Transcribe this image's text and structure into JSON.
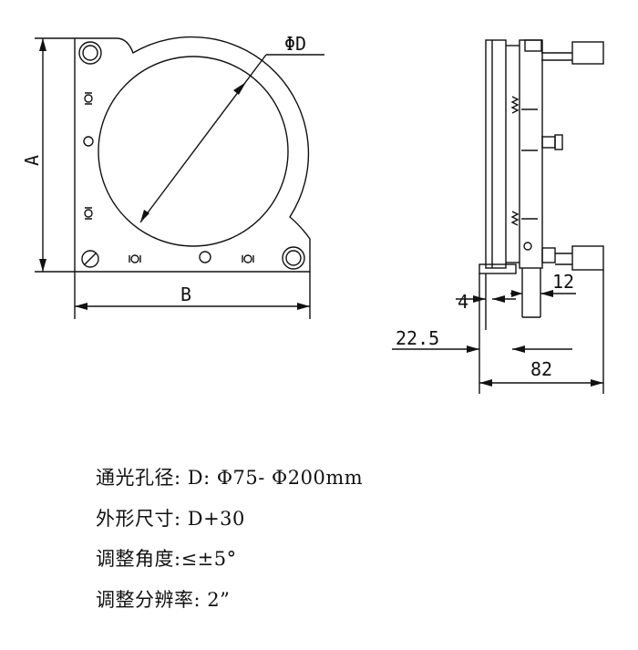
{
  "labels": {
    "diameter": "ΦD",
    "height": "A",
    "width": "B",
    "dim_4": "4",
    "dim_12": "12",
    "dim_22_5": "22.5",
    "dim_82": "82"
  },
  "specs": [
    "通光孔径: D: Φ75- Φ200mm",
    "外形尺寸: D+30",
    "调整角度:≤±5°",
    "调整分辨率:  2”"
  ]
}
